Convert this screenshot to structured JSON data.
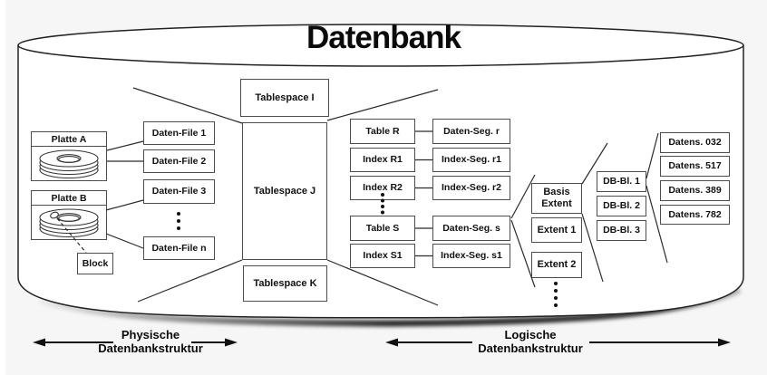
{
  "title": "Datenbank",
  "platten": [
    "Platte A",
    "Platte B"
  ],
  "block_label": "Block",
  "daten_files": [
    "Daten-File 1",
    "Daten-File 2",
    "Daten-File 3",
    "Daten-File n"
  ],
  "tablespaces": [
    "Tablespace I",
    "Tablespace J",
    "Tablespace K"
  ],
  "tables": [
    "Table R",
    "Index R1",
    "Index R2",
    "Table S",
    "Index S1"
  ],
  "segments": [
    "Daten-Seg. r",
    "Index-Seg. r1",
    "Index-Seg. r2",
    "Daten-Seg. s",
    "Index-Seg. s1"
  ],
  "extents": [
    "Basis Extent",
    "Extent 1",
    "Extent 2"
  ],
  "db_blocks": [
    "DB-Bl. 1",
    "DB-Bl. 2",
    "DB-Bl. 3"
  ],
  "records": [
    "Datens. 032",
    "Datens. 517",
    "Datens. 389",
    "Datens. 782"
  ],
  "legend": {
    "physical_line1": "Physische",
    "physical_line2": "Datenbankstruktur",
    "logical_line1": "Logische",
    "logical_line2": "Datenbankstruktur"
  },
  "colors": {
    "background": "#f6f6f6",
    "box_border": "#4d4d4d",
    "line": "#2b2b2b",
    "text": "#111111",
    "box_fill": "#ffffff"
  }
}
